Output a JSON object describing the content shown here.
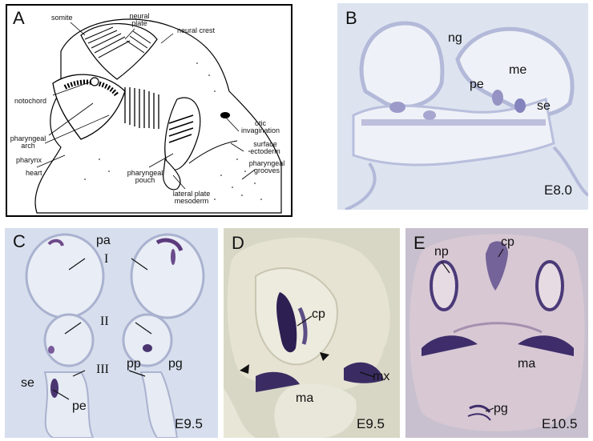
{
  "panels": {
    "a": {
      "letter": "A",
      "labels": {
        "somite": "somite",
        "neural_plate": "neural plate",
        "neural_crest": "neural crest",
        "notochord": "notochord",
        "otic_invagination": "otic invagination",
        "surface_ectoderm": "surface ectoderm",
        "pharyngeal_arch": "pharyngeal arch",
        "pharynx": "pharynx",
        "pharyngeal_grooves": "pharyngeal grooves",
        "heart": "heart",
        "pharyngeal_pouch": "pharyngeal pouch",
        "lateral_plate_mesoderm": "lateral plate mesoderm"
      }
    },
    "b": {
      "letter": "B",
      "labels": {
        "ng": "ng",
        "pe": "pe",
        "me": "me",
        "se": "se"
      },
      "stage": "E8.0"
    },
    "c": {
      "letter": "C",
      "labels": {
        "pa": "pa",
        "I": "I",
        "II": "II",
        "III": "III",
        "pp": "pp",
        "pg": "pg",
        "se": "se",
        "pe": "pe"
      },
      "stage": "E9.5"
    },
    "d": {
      "letter": "D",
      "labels": {
        "cp": "cp",
        "mx": "mx",
        "ma": "ma"
      },
      "stage": "E9.5"
    },
    "e": {
      "letter": "E",
      "labels": {
        "np": "np",
        "cp": "cp",
        "ma": "ma",
        "pg": "pg"
      },
      "stage": "E10.5"
    }
  }
}
